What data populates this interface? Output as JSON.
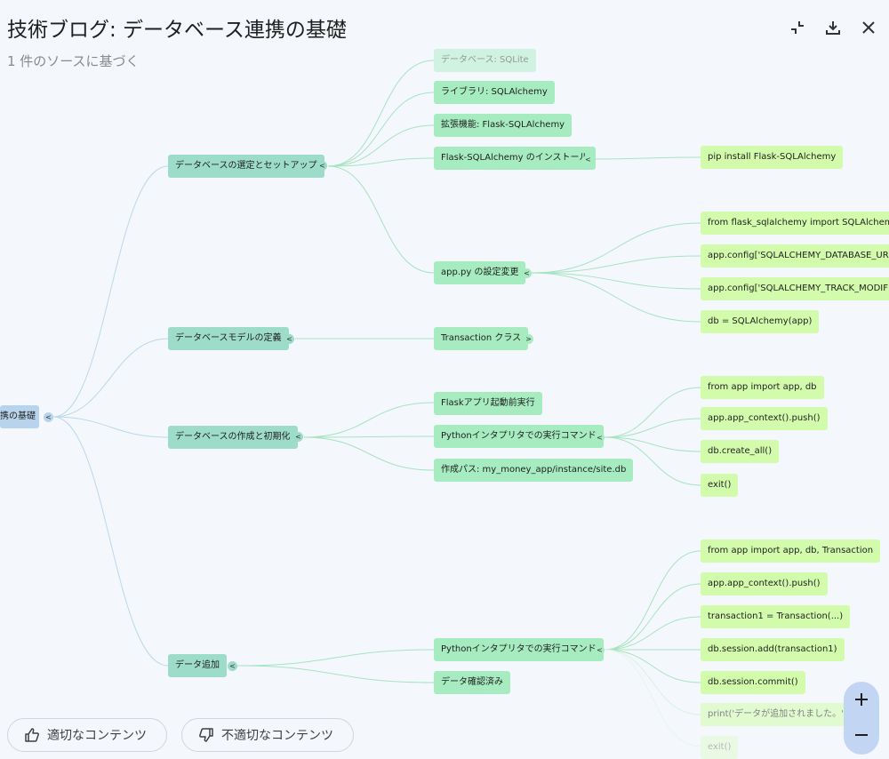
{
  "header": {
    "title": "技術ブログ: データベース連携の基礎",
    "subtitle": "1 件のソースに基づく",
    "collapse_icon": "collapse-icon",
    "download_icon": "download-icon",
    "close_icon": "close-icon"
  },
  "mindmap": {
    "root": {
      "label": "携の基礎",
      "toggle": "<"
    },
    "branches": {
      "setup": {
        "label": "データベースの選定とセットアップ",
        "toggle": "<"
      },
      "model": {
        "label": "データベースモデルの定義",
        "toggle": "<"
      },
      "create": {
        "label": "データベースの作成と初期化",
        "toggle": "<"
      },
      "add": {
        "label": "データ追加",
        "toggle": "<"
      }
    },
    "setup_children": {
      "db": {
        "label": "データベース: SQLite"
      },
      "lib": {
        "label": "ライブラリ: SQLAlchemy"
      },
      "ext": {
        "label": "拡張機能: Flask-SQLAlchemy"
      },
      "install": {
        "label": "Flask-SQLAlchemy のインストール",
        "toggle": "<"
      },
      "config": {
        "label": "app.py の設定変更",
        "toggle": "<"
      }
    },
    "install_children": {
      "pip": {
        "label": "pip install Flask-SQLAlchemy"
      }
    },
    "config_children": {
      "import": {
        "label": "from flask_sqlalchemy import SQLAlchemy"
      },
      "uri": {
        "label": "app.config['SQLALCHEMY_DATABASE_URI'] = 'sq"
      },
      "track": {
        "label": "app.config['SQLALCHEMY_TRACK_MODIFICATIO"
      },
      "dbinit": {
        "label": "db = SQLAlchemy(app)"
      }
    },
    "model_children": {
      "transaction": {
        "label": "Transaction クラス",
        "toggle": ">"
      }
    },
    "create_children": {
      "before": {
        "label": "Flaskアプリ起動前実行"
      },
      "python": {
        "label": "Pythonインタプリタでの実行コマンド",
        "toggle": "<"
      },
      "path": {
        "label": "作成パス: my_money_app/instance/site.db"
      }
    },
    "create_python_children": {
      "import": {
        "label": "from app import app, db"
      },
      "push": {
        "label": "app.app_context().push()"
      },
      "create_all": {
        "label": "db.create_all()"
      },
      "exit": {
        "label": "exit()"
      }
    },
    "add_children": {
      "python": {
        "label": "Pythonインタプリタでの実行コマンド",
        "toggle": "<"
      },
      "confirm": {
        "label": "データ確認済み"
      }
    },
    "add_python_children": {
      "import": {
        "label": "from app import app, db, Transaction"
      },
      "push": {
        "label": "app.app_context().push()"
      },
      "t1": {
        "label": "transaction1 = Transaction(...)"
      },
      "session_add": {
        "label": "db.session.add(transaction1)"
      },
      "commit": {
        "label": "db.session.commit()"
      },
      "print": {
        "label": "print('データが追加されました。')"
      },
      "exit": {
        "label": "exit()"
      }
    }
  },
  "footer": {
    "good_label": "適切なコンテンツ",
    "bad_label": "不適切なコンテンツ",
    "zoom_in_icon": "plus-icon",
    "zoom_out_icon": "minus-icon"
  },
  "colors": {
    "background": "#f4f8fc",
    "root_node": "#b8d4ec",
    "level1_node": "#9cdcc8",
    "level2_node": "#a6ecc0",
    "level3_node": "#d2fcac",
    "connector": "#a6e3c0",
    "zoom_pill": "#c2d6f4"
  }
}
